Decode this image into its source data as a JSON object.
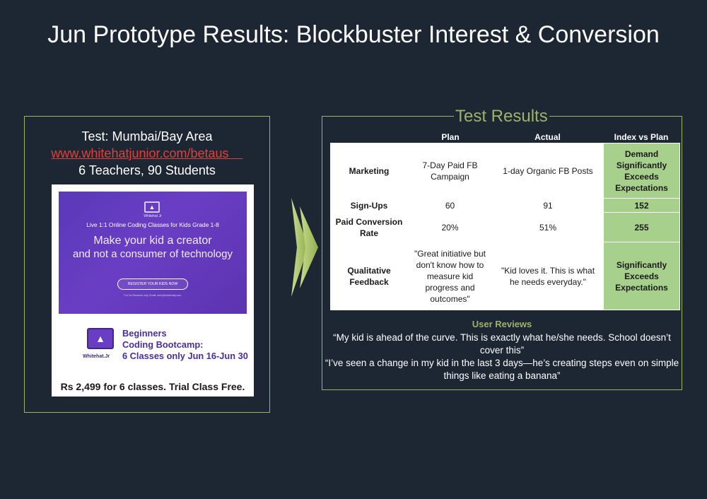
{
  "title": "Jun Prototype Results: Blockbuster Interest & Conversion",
  "test": {
    "location": "Test: Mumbai/Bay Area",
    "url": "www.whitehatjunior.com/betaus",
    "size": "6 Teachers, 90 Students"
  },
  "ad": {
    "brand": "Whitehat Jr",
    "subtitle": "Live 1:1 Online Coding Classes for Kids Grade 1-8",
    "headline_1": "Make your kid a creator",
    "headline_2": "and not a consumer of technology",
    "cta": "REGISTER YOUR KIDS NOW",
    "fine_print": "For 1st Students only. Email: hello@whitehatjr.com",
    "bootcamp_1": "Beginners",
    "bootcamp_2": "Coding Bootcamp:",
    "bootcamp_3": "6 Classes only Jun 16-Jun 30",
    "bootcamp_brand": "Whitehat.Jr",
    "price": "Rs 2,499 for 6 classes. Trial Class Free."
  },
  "results": {
    "panel_title": "Test Results",
    "headers": {
      "plan": "Plan",
      "actual": "Actual",
      "index": "Index vs Plan"
    },
    "rows": [
      {
        "label": "Marketing",
        "plan": "7-Day Paid FB Campaign",
        "actual": "1-day Organic FB Posts",
        "index": "Demand Significantly Exceeds Expectations"
      },
      {
        "label": "Sign-Ups",
        "plan": "60",
        "actual": "91",
        "index": "152"
      },
      {
        "label": "Paid Conversion Rate",
        "plan": "20%",
        "actual": "51%",
        "index": "255"
      },
      {
        "label": "Qualitative Feedback",
        "plan": "\"Great initiative but don't know how to measure kid progress and outcomes\"",
        "actual": "\"Kid loves it. This is what he needs everyday.\"",
        "index": "Significantly Exceeds Expectations"
      }
    ],
    "reviews_title": "User Reviews",
    "review_1": "“My kid is ahead of the curve. This is exactly what he/she needs. School doesn’t cover this”",
    "review_2": "“I’ve seen a change in my kid in the last 3 days—he’s creating steps even on simple things like eating a banana”"
  },
  "colors": {
    "background": "#1d2633",
    "accent_green": "#9cb268",
    "index_cell_green": "#a7d08c",
    "url_red": "#e0403a",
    "ad_purple": "#6a3ec4"
  },
  "icons": [
    "chevron-right-arrow-icon",
    "monitor-graduation-cap-icon"
  ]
}
